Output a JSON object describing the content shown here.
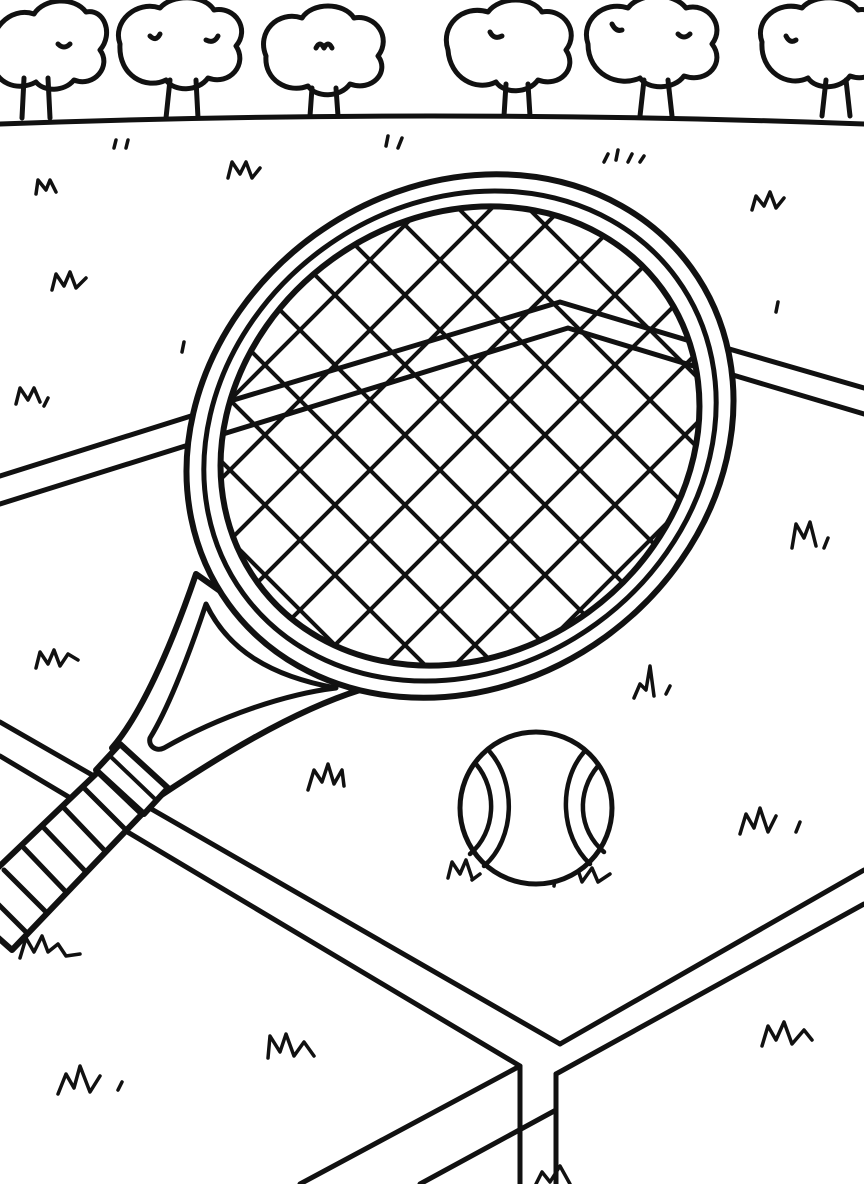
{
  "scene": {
    "subject": "coloring-page",
    "colors": {
      "ink": "#111111",
      "paper": "#ffffff"
    },
    "icons": {
      "racket": "tennis-racket-icon",
      "ball": "tennis-ball-icon",
      "tree": "tree-icon",
      "grass": "grass-tuft-icon"
    },
    "tree_count": 6,
    "grass_tuft_count": 22
  }
}
